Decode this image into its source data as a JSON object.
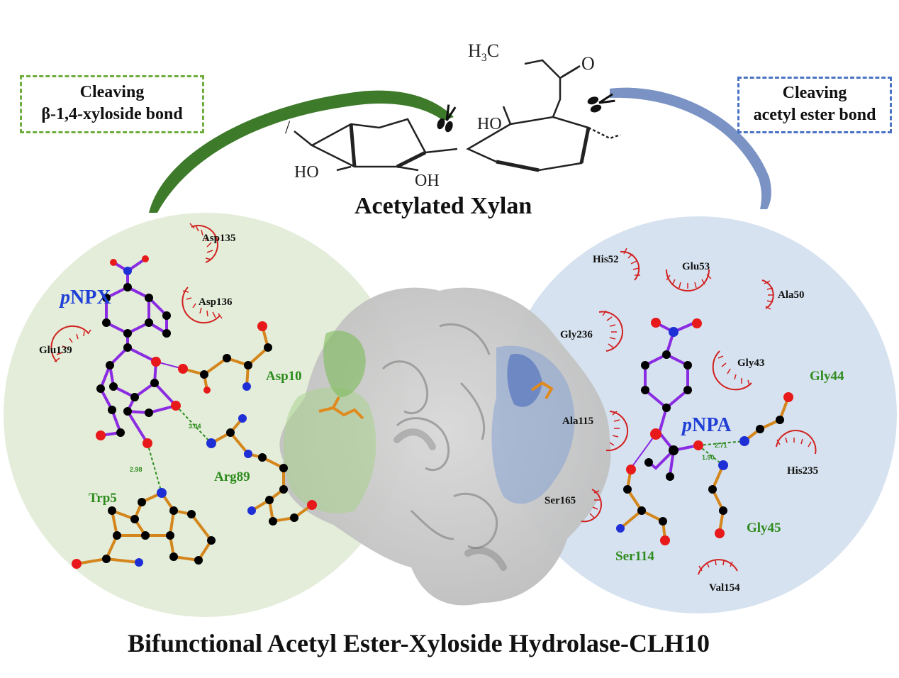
{
  "boxes": {
    "left_line1": "Cleaving",
    "left_line2": "β-1,4-xyloside bond",
    "right_line1": "Cleaving",
    "right_line2": "acetyl ester bond"
  },
  "substrate": {
    "name": "Acetylated Xylan",
    "ch3_h": "H",
    "ch3_3": "3",
    "ch3_c": "C",
    "ho_1": "HO",
    "oh_1": "OH",
    "ho_2": "HO",
    "o_label": "O"
  },
  "left_panel": {
    "ligand": "pNPX",
    "ligand_italic": "p",
    "ligand_rest": "NPX",
    "residues_hydrophobic": [
      "Asp135",
      "Asp136",
      "Glu139"
    ],
    "residues_hbond": [
      "Asp10",
      "Arg89",
      "Trp5"
    ],
    "hbond_distances": [
      "3.04",
      "2.98"
    ]
  },
  "right_panel": {
    "ligand": "pNPA",
    "ligand_italic": "p",
    "ligand_rest": "NPA",
    "residues_hydrophobic": [
      "His52",
      "Glu53",
      "Ala50",
      "Gly236",
      "Gly43",
      "Ala115",
      "His235",
      "Ser165",
      "Val154"
    ],
    "residues_hbond": [
      "Gly44",
      "Ser114",
      "Gly45"
    ],
    "hbond_distances": [
      "2.71",
      "1.90"
    ]
  },
  "footer": {
    "title": "Bifunctional Acetyl Ester-Xyloside Hydrolase-CLH10"
  },
  "colors": {
    "left_circle": "#e3edd9",
    "right_circle": "#d6e2ef",
    "left_arrow": "#3d7a2a",
    "right_arrow": "#7a93c4",
    "bond_ligand": "#8a2be2",
    "bond_residue": "#d4861c",
    "atom_c": "#000000",
    "atom_o": "#e8191b",
    "atom_n": "#1f2fd6",
    "hydrophobic": "#d22020",
    "hbond": "#2e8b1e"
  }
}
